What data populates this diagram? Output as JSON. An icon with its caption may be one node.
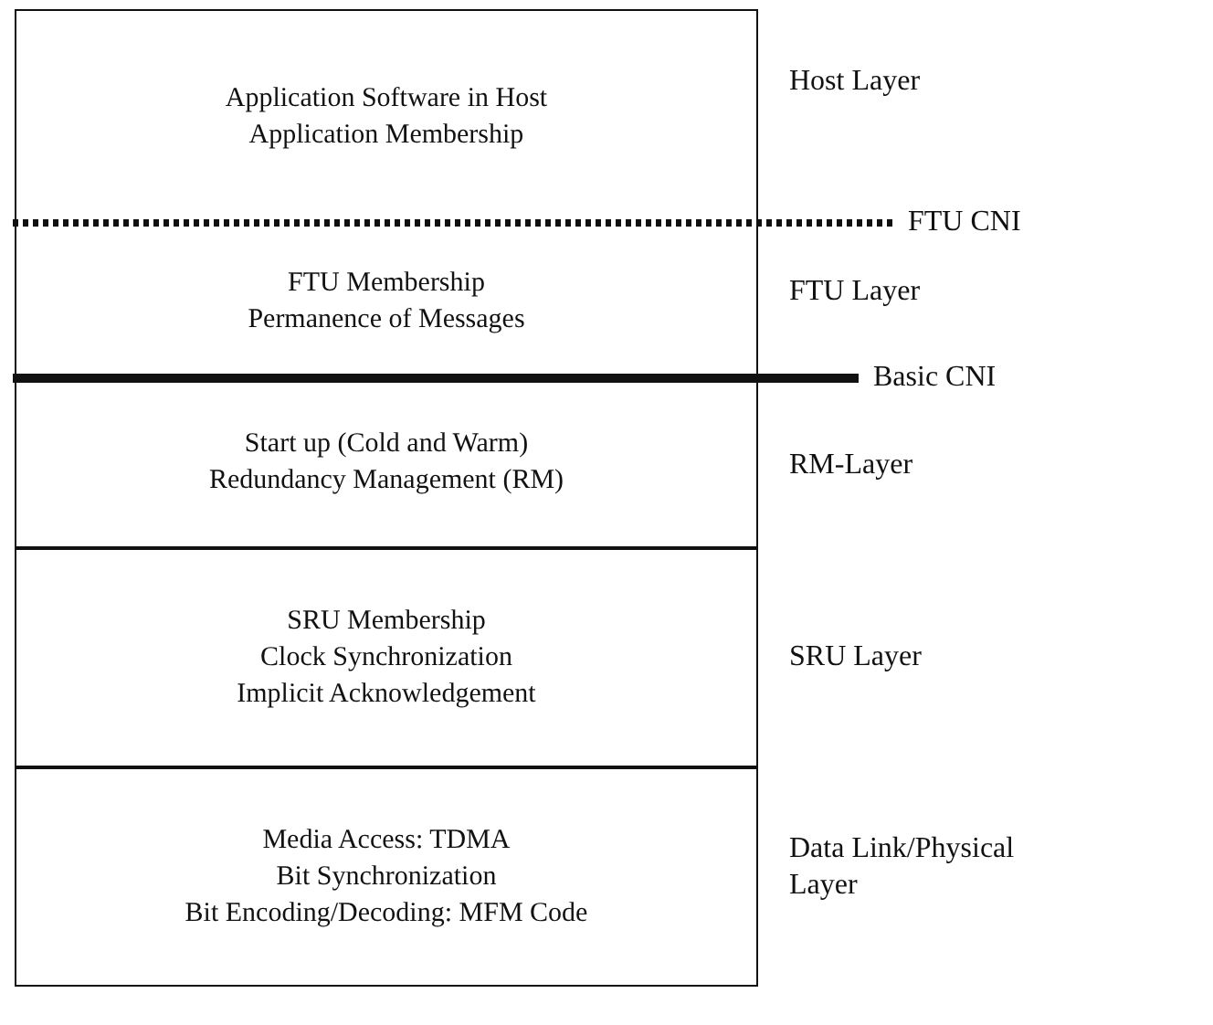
{
  "diagram": {
    "nodes": [
      {
        "text": [
          "Application Software in Host",
          "Application Membership"
        ],
        "beside": [
          "Host Layer"
        ]
      },
      {
        "text": [
          "FTU Membership",
          "Permanence of Messages"
        ],
        "beside": [
          "FTU Layer"
        ]
      },
      {
        "text": [
          "Start up (Cold and Warm)",
          "Redundancy Management (RM)"
        ],
        "beside": [
          "RM-Layer"
        ]
      },
      {
        "text": [
          "SRU Membership",
          "Clock Synchronization",
          "Implicit Acknowledgement"
        ],
        "beside": [
          "SRU Layer"
        ]
      },
      {
        "text": [
          "Media Access: TDMA",
          "Bit Synchronization",
          "Bit Encoding/Decoding: MFM Code"
        ],
        "beside": [
          "Data Link/Physical Layer"
        ]
      }
    ],
    "edges": [],
    "labels": [
      "FTU CNI",
      "Basic CNI"
    ]
  }
}
